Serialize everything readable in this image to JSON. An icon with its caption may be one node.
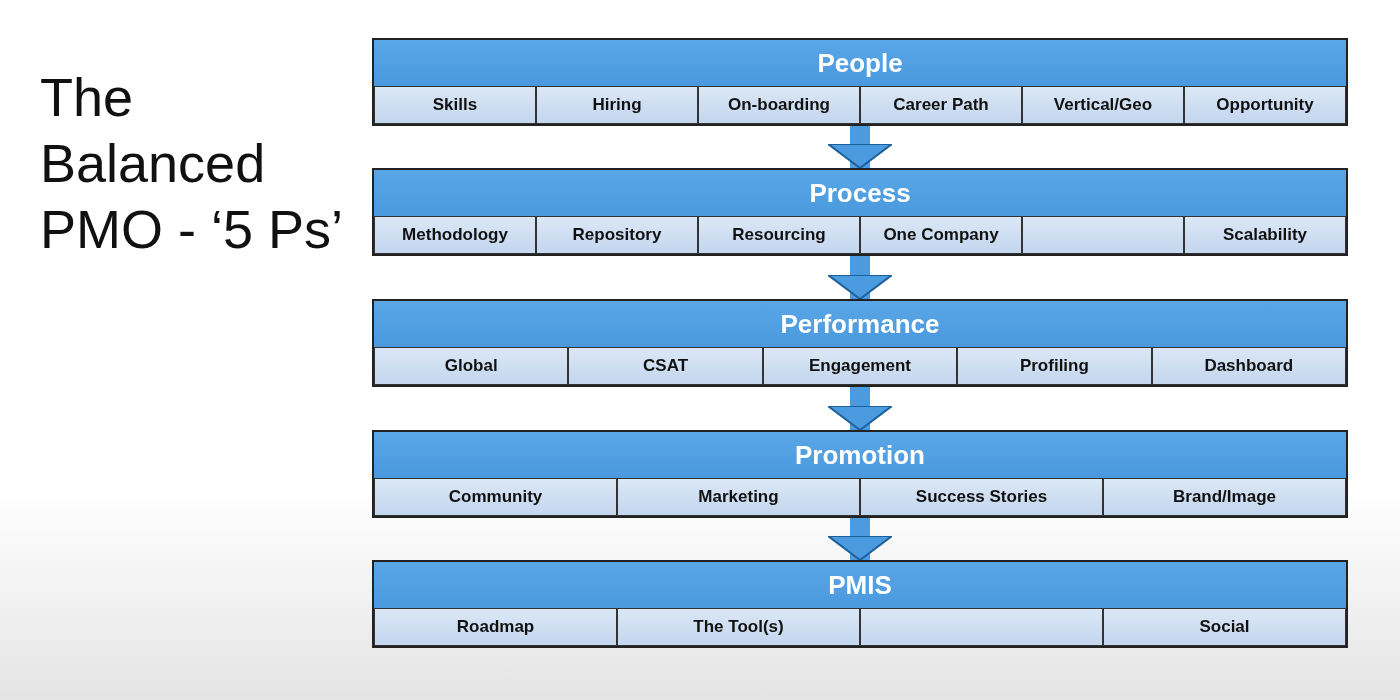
{
  "diagram": {
    "title": "The Balanced PMO - ‘5 Ps’",
    "nodes": [
      {
        "text": [
          "People"
        ]
      },
      {
        "text": [
          "Skills"
        ],
        "in": 0
      },
      {
        "text": [
          "Hiring"
        ],
        "in": 0
      },
      {
        "text": [
          "On-boarding"
        ],
        "in": 0
      },
      {
        "text": [
          "Career Path"
        ],
        "in": 0
      },
      {
        "text": [
          "Vertical/Geo"
        ],
        "in": 0
      },
      {
        "text": [
          "Opportunity"
        ],
        "in": 0
      },
      {
        "text": [
          "Process"
        ]
      },
      {
        "text": [
          "Methodology"
        ],
        "in": 7
      },
      {
        "text": [
          "Repository"
        ],
        "in": 7
      },
      {
        "text": [
          "Resourcing"
        ],
        "in": 7
      },
      {
        "text": [
          "One Company"
        ],
        "in": 7
      },
      {
        "text": [],
        "shape": "box",
        "in": 7
      },
      {
        "text": [
          "Scalability"
        ],
        "in": 7
      },
      {
        "text": [
          "Performance"
        ]
      },
      {
        "text": [
          "Global"
        ],
        "in": 14
      },
      {
        "text": [
          "CSAT"
        ],
        "in": 14
      },
      {
        "text": [
          "Engagement"
        ],
        "in": 14
      },
      {
        "text": [
          "Profiling"
        ],
        "in": 14
      },
      {
        "text": [
          "Dashboard"
        ],
        "in": 14
      },
      {
        "text": [
          "Promotion"
        ]
      },
      {
        "text": [
          "Community"
        ],
        "in": 20
      },
      {
        "text": [
          "Marketing"
        ],
        "in": 20
      },
      {
        "text": [
          "Success Stories"
        ],
        "in": 20
      },
      {
        "text": [
          "Brand/Image"
        ],
        "in": 20
      },
      {
        "text": [
          "PMIS"
        ]
      },
      {
        "text": [
          "Roadmap"
        ],
        "in": 25
      },
      {
        "text": [
          "The Tool(s)"
        ],
        "in": 25
      },
      {
        "text": [],
        "shape": "box",
        "in": 25
      },
      {
        "text": [
          "Social"
        ],
        "in": 25
      }
    ],
    "edges": [
      {
        "from": 0,
        "to": 7,
        "arrow": "to"
      },
      {
        "from": 7,
        "to": 14,
        "arrow": "to"
      },
      {
        "from": 14,
        "to": 20,
        "arrow": "to"
      },
      {
        "from": 20,
        "to": 25,
        "arrow": "to"
      }
    ]
  }
}
